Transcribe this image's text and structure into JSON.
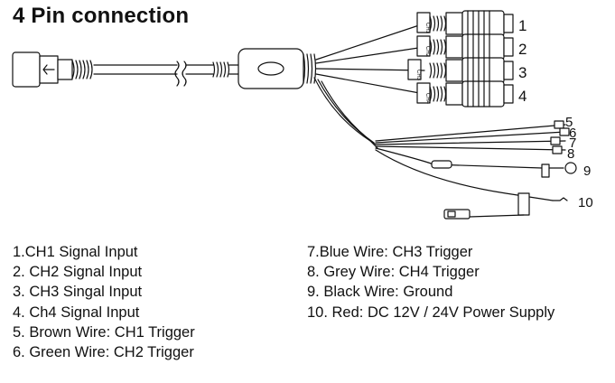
{
  "title": "4 Pin connection",
  "connectors": [
    {
      "number": "1",
      "tag": "CH1"
    },
    {
      "number": "2",
      "tag": "CH2"
    },
    {
      "number": "3",
      "tag": "CH3"
    },
    {
      "number": "4",
      "tag": "CH4"
    }
  ],
  "trigger_wires": [
    "5",
    "6",
    "7",
    "8"
  ],
  "ground_wire": "9",
  "power_wire": "10",
  "legend": {
    "left": [
      "1.CH1 Signal Input",
      "2. CH2 Signal Input",
      "3. CH3 Singal Input",
      "4. Ch4 Signal Input",
      "5. Brown Wire: CH1 Trigger",
      "6. Green Wire: CH2 Trigger"
    ],
    "right": [
      "7.Blue Wire: CH3 Trigger",
      "8. Grey Wire: CH4 Trigger",
      "9. Black Wire: Ground",
      "10. Red: DC 12V / 24V Power Supply"
    ]
  }
}
